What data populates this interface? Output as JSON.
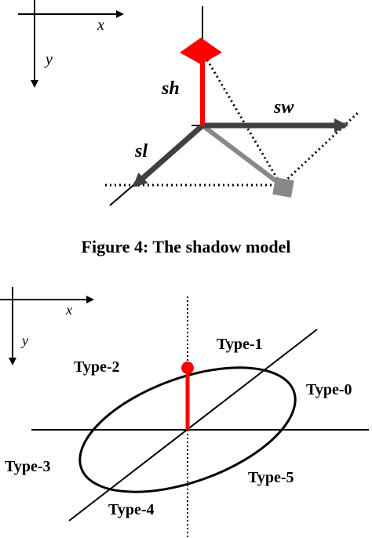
{
  "colors": {
    "axis": "#000000",
    "height_vector": "#ff0000",
    "dark_vector": "#404040",
    "shadow_vector": "#888888",
    "type_regions_ellipse": "#000000"
  },
  "figure4": {
    "axis_x_label": "x",
    "axis_y_label": "y",
    "sh_label": "sh",
    "sw_label": "sw",
    "sl_label": "sl",
    "caption": "Figure 4: The shadow model"
  },
  "figure5": {
    "axis_x_label": "x",
    "axis_y_label": "y",
    "types": {
      "type0": "Type-0",
      "type1": "Type-1",
      "type2": "Type-2",
      "type3": "Type-3",
      "type4": "Type-4",
      "type5": "Type-5"
    }
  }
}
